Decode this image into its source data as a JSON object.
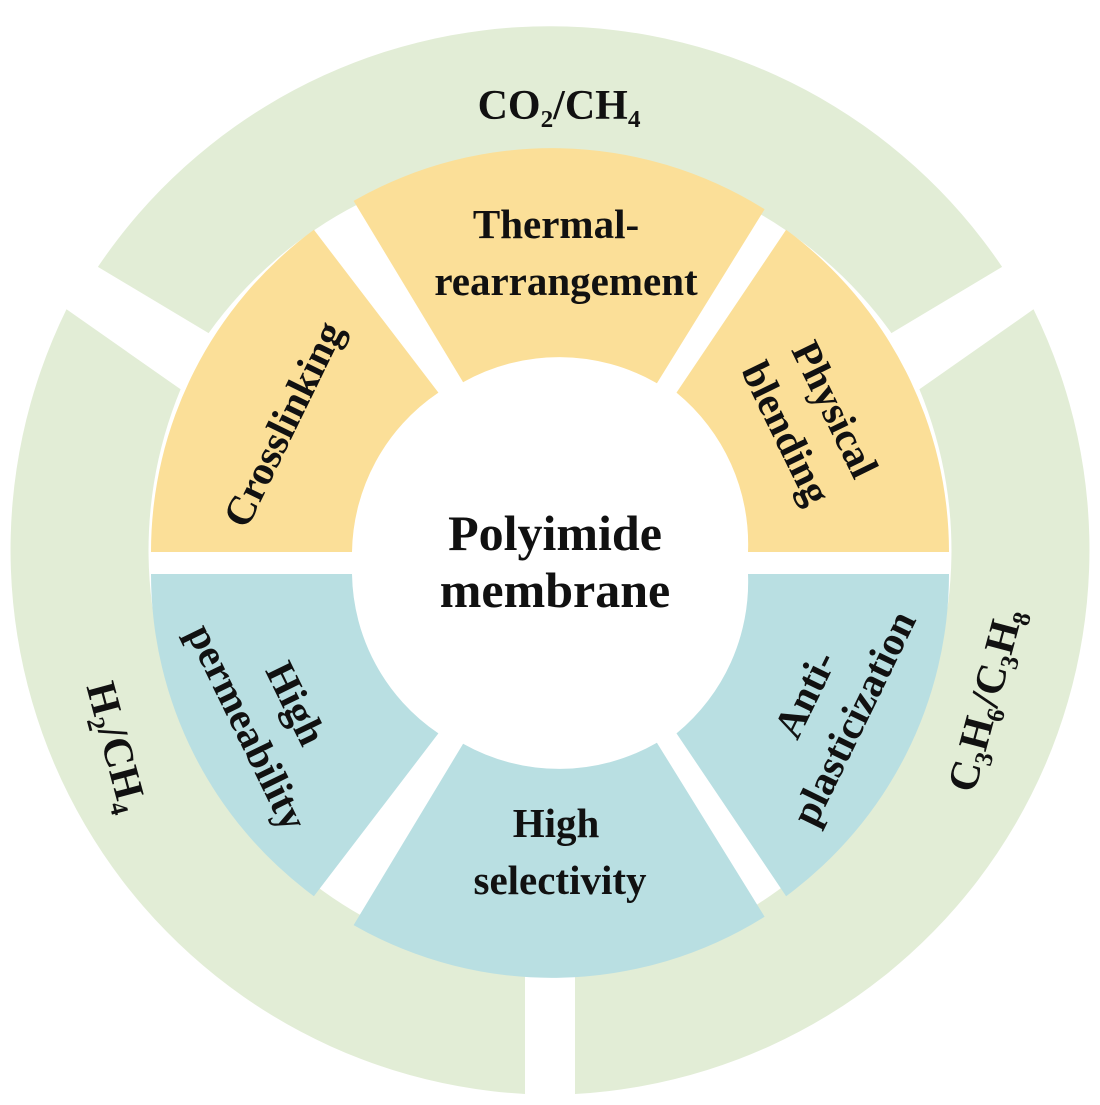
{
  "colors": {
    "outer_ring": "#e2edd6",
    "top_segments": "#fbdf98",
    "bottom_segments": "#b9dfe2",
    "center": "#ffffff",
    "text": "#111111"
  },
  "center": {
    "line1": "Polyimide",
    "line2": "membrane"
  },
  "strategies": [
    {
      "line1": "Crosslinking",
      "line2": ""
    },
    {
      "line1": "Thermal-",
      "line2": "rearrangement"
    },
    {
      "line1": "Physical",
      "line2": "blending"
    }
  ],
  "properties": [
    {
      "line1": "High",
      "line2": "permeability"
    },
    {
      "line1": "High",
      "line2": "selectivity"
    },
    {
      "line1": "Anti-",
      "line2": "plasticization"
    }
  ],
  "gas_pairs": [
    {
      "label": "CO₂/CH₄"
    },
    {
      "label": "H₂/CH₄"
    },
    {
      "label": "C₃H₆/C₃H₈"
    }
  ]
}
